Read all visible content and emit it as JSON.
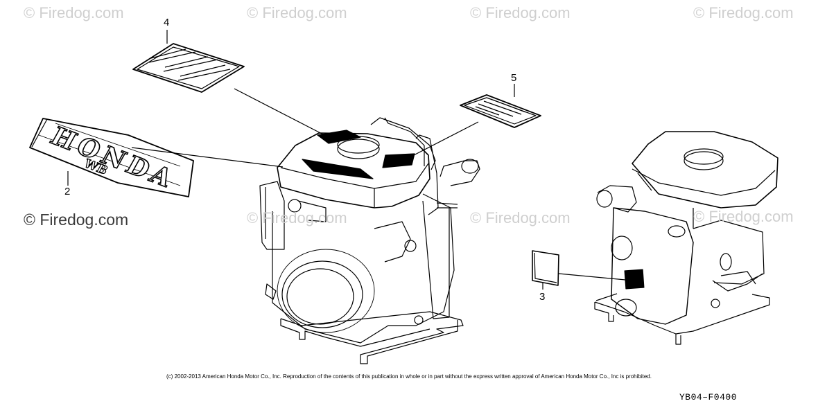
{
  "watermarks": {
    "text": "© Firedog.com",
    "highlight_text": "© Firedog.com"
  },
  "callouts": [
    "2",
    "3",
    "4",
    "5"
  ],
  "label_text": {
    "brand": "HONDA",
    "model": "WB"
  },
  "footer": {
    "copyright": "(c) 2002-2013 American Honda Motor Co., Inc. Reproduction of the contents of this publication in whole or in part without the express written approval of American Honda Motor Co., Inc is prohibited.",
    "diagram_code": "YB04–F0400"
  },
  "colors": {
    "line": "#000000",
    "watermark": "#cfcfcf"
  }
}
